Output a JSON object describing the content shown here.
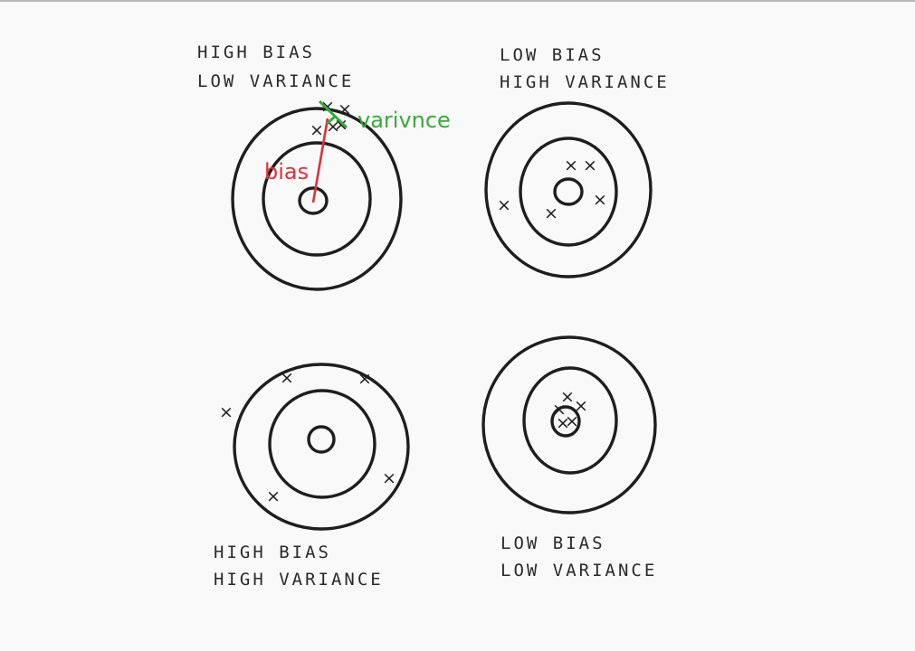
{
  "quadrants": {
    "high_bias_low_variance": {
      "line1": "HIGH BIAS",
      "line2": "LOW VARIANCE"
    },
    "low_bias_high_variance": {
      "line1": "LOW BIAS",
      "line2": "HIGH VARIANCE"
    },
    "high_bias_high_variance": {
      "line1": "HIGH BIAS",
      "line2": "HIGH VARIANCE"
    },
    "low_bias_low_variance": {
      "line1": "LOW BIAS",
      "line2": "LOW VARIANCE"
    }
  },
  "annotations": {
    "variance_label": "varivnce",
    "variance_color": "#3aaa3a",
    "bias_label": "bias",
    "bias_color": "#e0303a"
  },
  "shot_mark": "×"
}
